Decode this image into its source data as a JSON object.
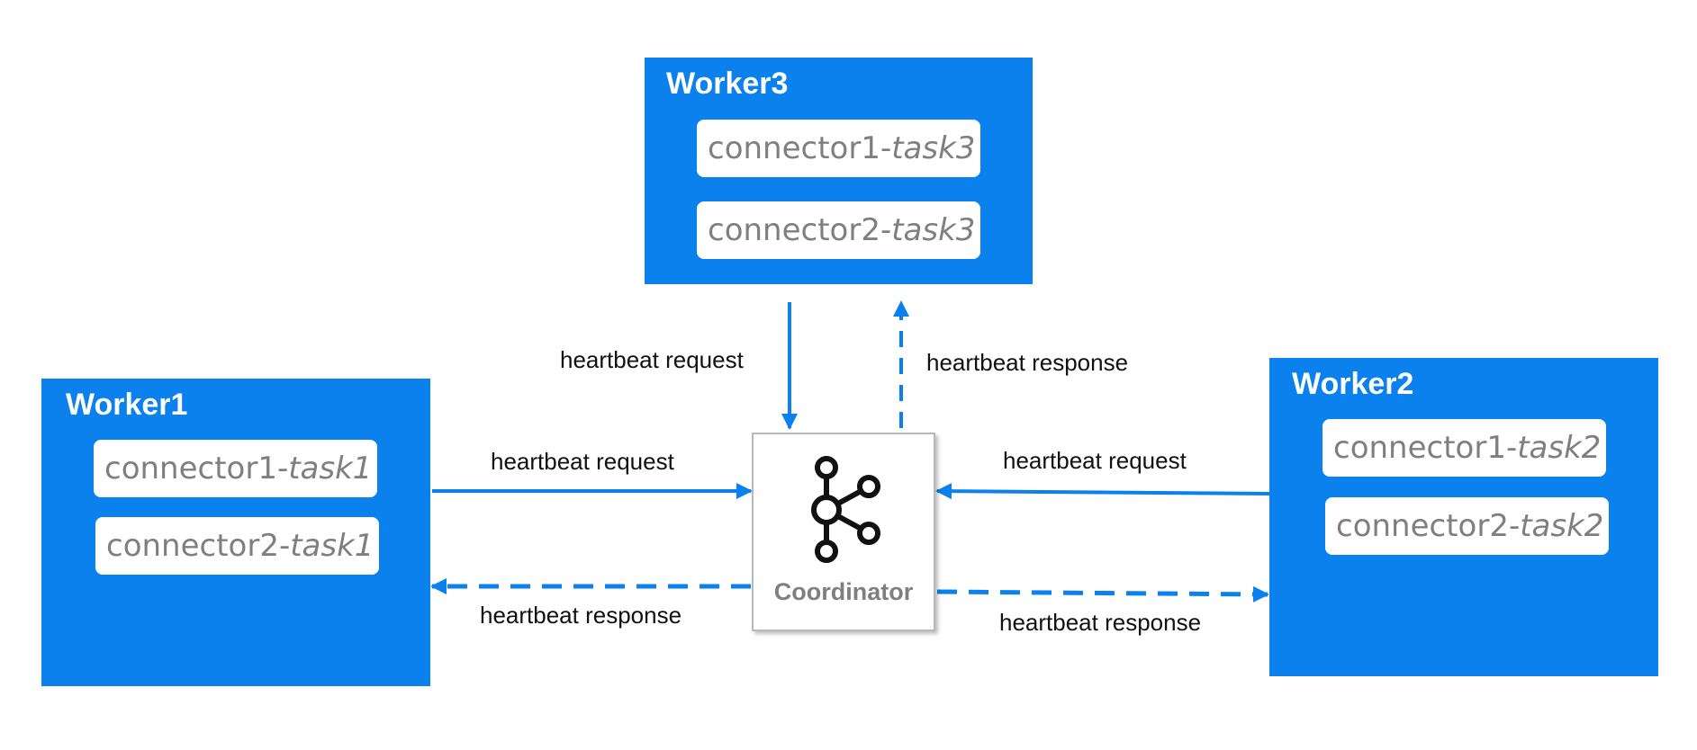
{
  "colors": {
    "worker_fill": "#0a81ec",
    "arrow": "#0a81ec",
    "task_text": "#7f7f7f"
  },
  "workers": {
    "worker1": {
      "title": "Worker1",
      "tasks": [
        {
          "prefix": "connector1-",
          "suffix": "task1"
        },
        {
          "prefix": "connector2-",
          "suffix": "task1"
        }
      ]
    },
    "worker2": {
      "title": "Worker2",
      "tasks": [
        {
          "prefix": "connector1-",
          "suffix": "task2"
        },
        {
          "prefix": "connector2-",
          "suffix": "task2"
        }
      ]
    },
    "worker3": {
      "title": "Worker3",
      "tasks": [
        {
          "prefix": "connector1-",
          "suffix": "task3"
        },
        {
          "prefix": "connector2-",
          "suffix": "task3"
        }
      ]
    }
  },
  "coordinator": {
    "label": "Coordinator",
    "icon": "kafka-icon"
  },
  "edges": {
    "w3_request": "heartbeat request",
    "w3_response": "heartbeat response",
    "w1_request": "heartbeat request",
    "w1_response": "heartbeat response",
    "w2_request": "heartbeat request",
    "w2_response": "heartbeat response"
  }
}
